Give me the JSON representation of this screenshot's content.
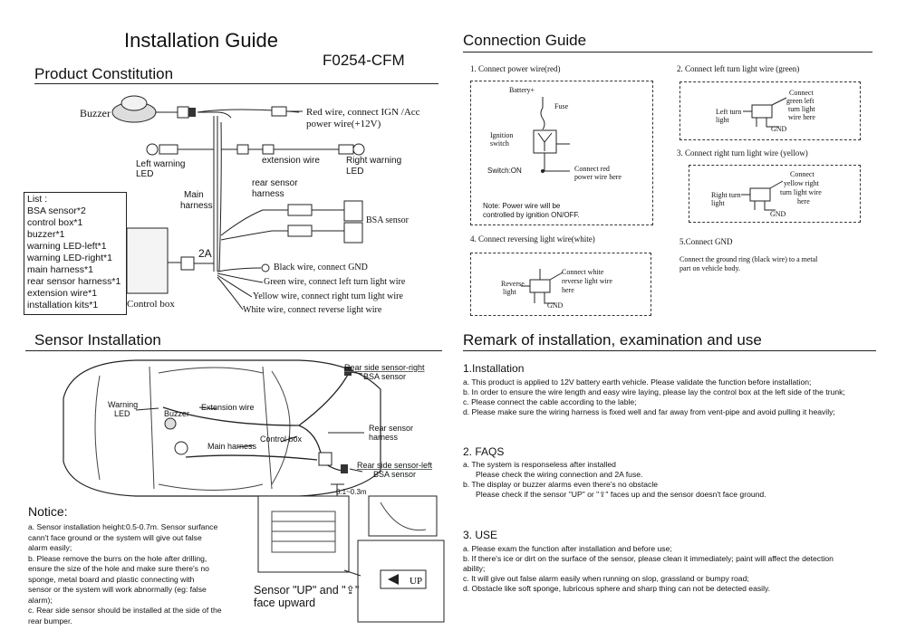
{
  "left": {
    "title": "Installation Guide",
    "model": "F0254-CFM",
    "product_constitution": {
      "heading": "Product Constitution",
      "labels": {
        "buzzer": "Buzzer",
        "red_wire": "Red wire, connect IGN /Acc",
        "red_wire_2": "power wire(+12V)",
        "left_led": "Left warning",
        "left_led_2": "LED",
        "ext_wire": "extension wire",
        "right_led": "Right warning",
        "right_led_2": "LED",
        "main_harness": "Main",
        "main_harness_2": "harness",
        "rear_harness": "rear sensor",
        "rear_harness_2": "harness",
        "bsa_sensor": "BSA sensor",
        "amp": "2A",
        "black_wire": "Black wire, connect GND",
        "green_wire": "Green wire, connect left turn light wire",
        "yellow_wire": "Yellow wire, connect right turn light wire",
        "white_wire": "White wire, connect reverse light wire",
        "control_box": "Control box"
      },
      "list_items": [
        "List :",
        "BSA sensor*2",
        "control box*1",
        "buzzer*1",
        "warning LED-left*1",
        "warning LED-right*1",
        "main harness*1",
        "rear sensor harness*1",
        "extension wire*1",
        "installation kits*1"
      ]
    },
    "sensor_installation": {
      "heading": "Sensor Installation",
      "labels": {
        "rear_right": "Rear side sensor-right",
        "rear_right_2": "BSA sensor",
        "warning_led": "Warning",
        "warning_led_2": "LED",
        "buzzer": "Buzzer",
        "ext_wire": "Extension wire",
        "rear_harness": "Rear sensor",
        "rear_harness_2": "harness",
        "control_box": "Control box",
        "main_harness": "Main harness",
        "rear_left": "Rear side sensor-left",
        "rear_left_2": "BSA sensor",
        "height": "0.1~0.3m",
        "sensor_up": "Sensor \"UP\" and \"⇪\"",
        "sensor_up_2": "face upward"
      }
    },
    "notice": {
      "heading": "Notice:",
      "lines": [
        "a. Sensor installation height:0.5-0.7m. Sensor surfance",
        "cann't face ground or the system will give out false",
        "alarm easily;",
        "b. Please remove the burrs on the hole after drilling,",
        "ensure the size of the hole and make sure there's no",
        "sponge, metal board and plastic connecting with",
        "sensor or the system will work abnormally (eg: false",
        "alarm);",
        "c. Rear side sensor should be installed at the side of the",
        "rear bumper."
      ]
    }
  },
  "right": {
    "connection_guide": {
      "heading": "Connection Guide",
      "step1": {
        "title": "1. Connect power wire(red)",
        "battery": "Battery+",
        "fuse": "Fuse",
        "ignition": "Ignition",
        "ignition_2": "switch",
        "switch_on": "Switch:ON",
        "connect_red": "Connect red",
        "connect_red_2": "power wire here",
        "note": "Note: Power wire will be",
        "note_2": "controlled by ignition ON/OFF."
      },
      "step2": {
        "title": "2. Connect left turn light wire (green)",
        "left_turn": "Left turn",
        "left_turn_2": "light",
        "connect": "Connect",
        "connect_2": "green left",
        "connect_3": "turn light",
        "connect_4": "wire here",
        "gnd": "GND"
      },
      "step3": {
        "title": "3. Connect right turn light wire (yellow)",
        "right_turn": "Right turn",
        "right_turn_2": "light",
        "connect": "Connect",
        "connect_2": "yellow right",
        "connect_3": "turn light wire",
        "connect_4": "here",
        "gnd": "GND"
      },
      "step4": {
        "title": "4. Connect reversing light wire(white)",
        "reverse": "Reverse",
        "reverse_2": "light",
        "connect": "Connect white",
        "connect_2": "reverse light wire",
        "connect_3": "here",
        "gnd": "GND"
      },
      "step5": {
        "title": "5.Connect GND",
        "text": "Connect the ground ring (black wire) to a metal",
        "text_2": "part on vehicle body."
      }
    },
    "remark": {
      "heading": "Remark of installation, examination and use",
      "installation": {
        "heading": "1.Installation",
        "lines": [
          "a. This product is applied to 12V battery earth vehicle. Please validate the function before installation;",
          "b. In order to ensure the wire length and easy wire laying, please lay the control box at the left side of the trunk;",
          "c. Please connect the cable according to the lable;",
          "d. Please make sure the wiring harness is fixed well and far away from vent-pipe and avoid pulling it heavily;"
        ]
      },
      "faqs": {
        "heading": "2. FAQS",
        "lines": [
          "a. The system is responseless after installed",
          "Please check the wiring connection and 2A fuse.",
          "b. The display or buzzer alarms even there's no obstacle",
          "Please check if the sensor \"UP\" or \"⇪\" faces up and the sensor doesn't face ground."
        ]
      },
      "use": {
        "heading": "3. USE",
        "lines": [
          "a.  Please exam the function after installation and before use;",
          "b.  If there's ice or dirt on the surface of the sensor, please clean it immediately; paint will affect the detection",
          "ability;",
          "c.  It will give out false alarm easily when running on slop, grassland or bumpy road;",
          "d.  Obstacle like soft sponge, lubricous sphere and sharp thing can not be detected easily."
        ]
      }
    }
  },
  "colors": {
    "ink": "#111111",
    "link_underline": "#2a8a2a"
  }
}
